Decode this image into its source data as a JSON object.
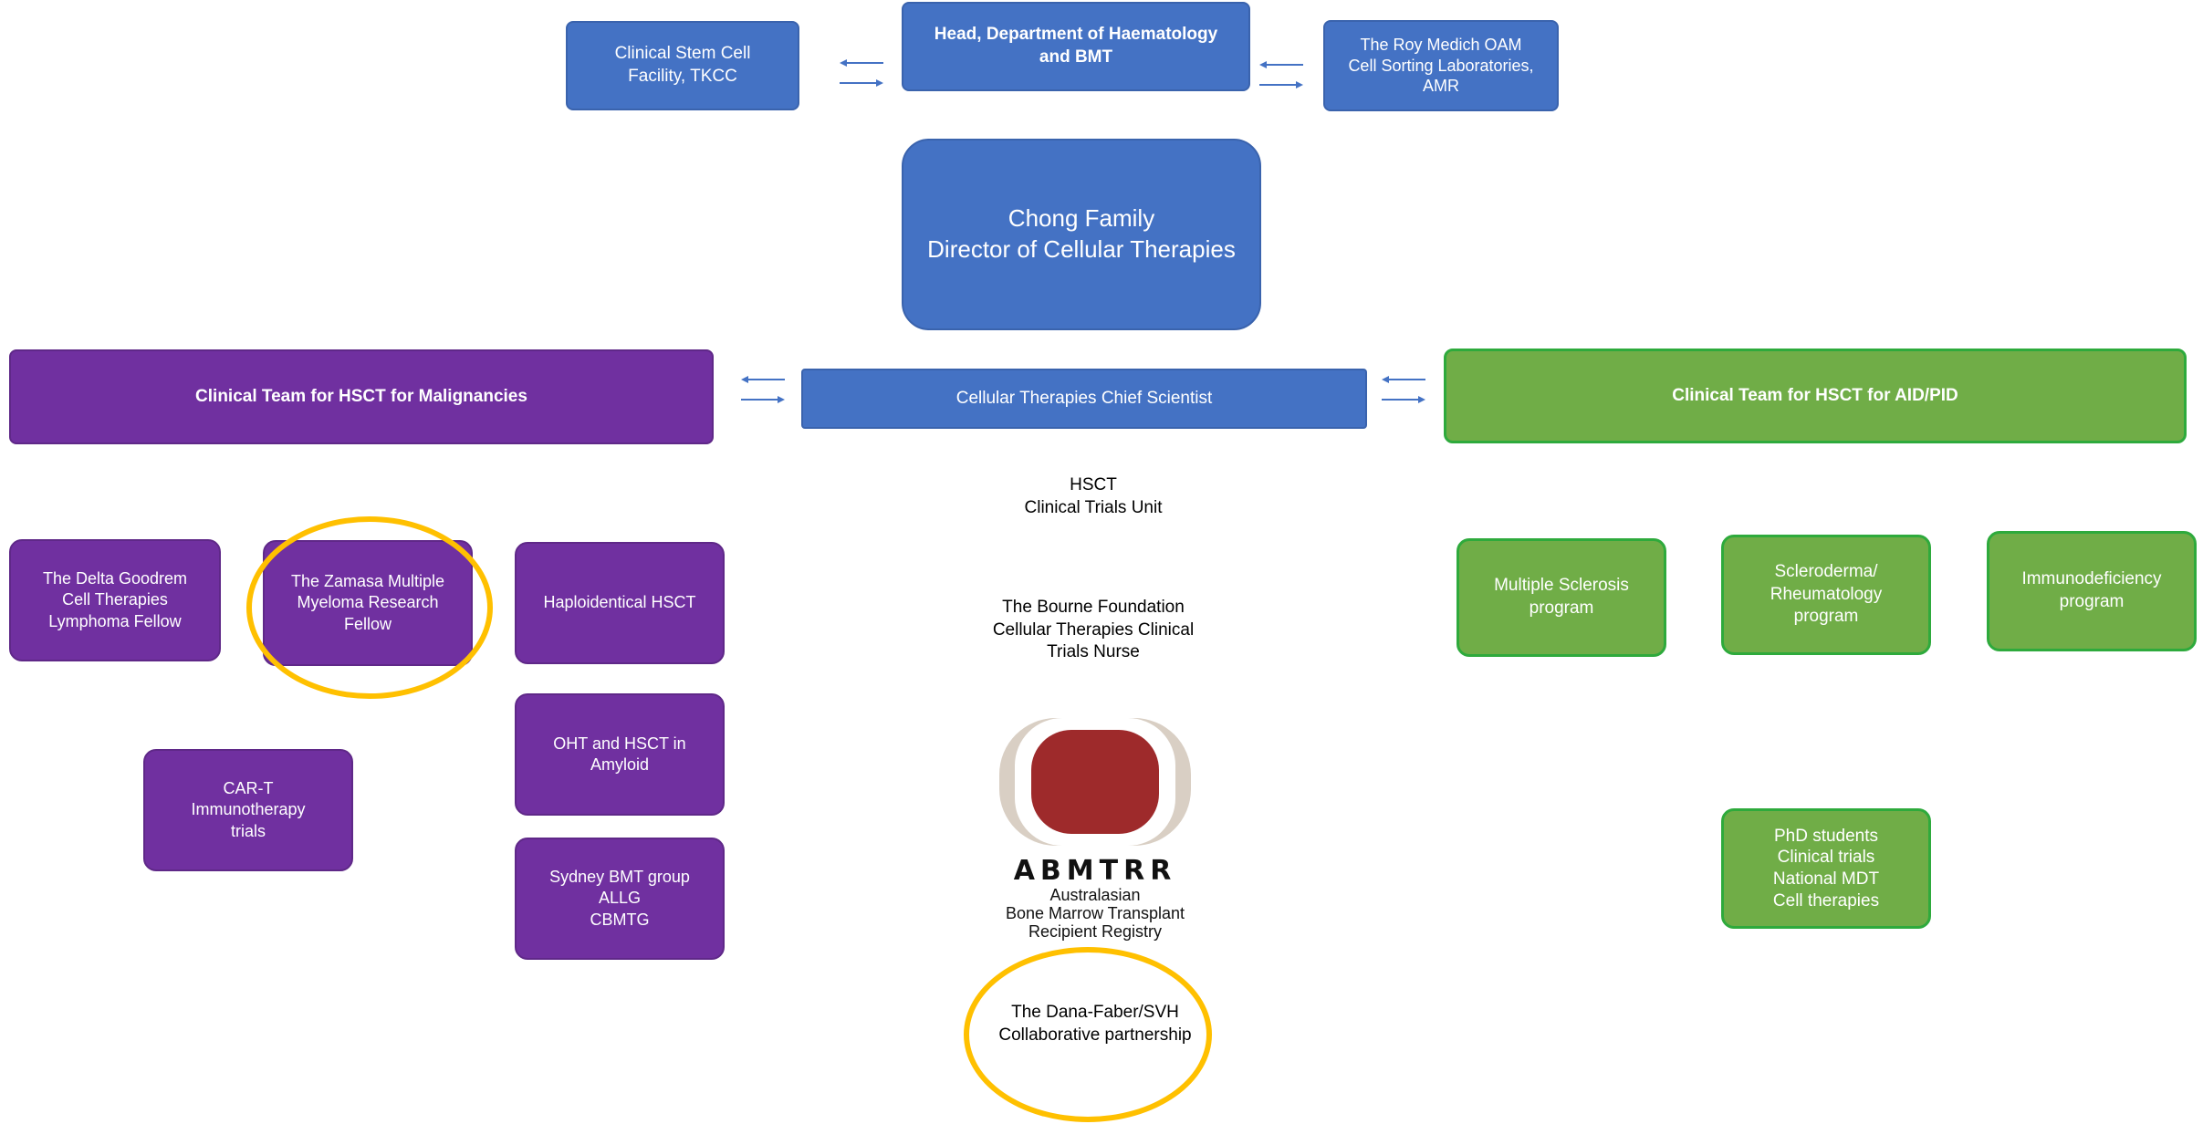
{
  "colors": {
    "blue": "#4472c4",
    "purple": "#7030a0",
    "green": "#70ad47",
    "green_border": "#2eaa3c",
    "highlight_ring": "#ffc000",
    "logo_red": "#9e2a2b",
    "logo_beige": "#d9cfc4"
  },
  "top": {
    "stem_cell": [
      "Clinical Stem Cell",
      "Facility, TKCC"
    ],
    "head": [
      "Head, Department of Haematology",
      "and BMT"
    ],
    "roy_medich": [
      "The Roy Medich OAM",
      "Cell Sorting Laboratories,",
      "AMR"
    ]
  },
  "director": [
    "Chong Family",
    "Director of Cellular Therapies"
  ],
  "teams": {
    "malignancies": "Clinical Team for HSCT for Malignancies",
    "chief_scientist": "Cellular Therapies Chief Scientist",
    "aid_pid": "Clinical Team for HSCT for AID/PID"
  },
  "malignancy_programs": {
    "delta_goodrem": [
      "The Delta Goodrem",
      "Cell Therapies",
      "Lymphoma Fellow"
    ],
    "zamasa": [
      "The Zamasa Multiple",
      "Myeloma Research",
      "Fellow"
    ],
    "haploidentical": [
      "Haploidentical HSCT"
    ],
    "oht_amyloid": [
      "OHT and HSCT in",
      "Amyloid"
    ],
    "car_t": [
      "CAR-T",
      "Immunotherapy",
      "trials"
    ],
    "sydney_bmt": [
      "Sydney BMT group",
      "ALLG",
      "CBMTG"
    ]
  },
  "center": {
    "trials_unit": [
      "HSCT",
      "Clinical Trials Unit"
    ],
    "bourne": [
      "The Bourne Foundation",
      "Cellular Therapies Clinical",
      "Trials Nurse"
    ],
    "abmtrr": {
      "acronym": "ABMTRR",
      "lines": [
        "Australasian",
        "Bone Marrow Transplant",
        "Recipient Registry"
      ]
    },
    "dana_farber": [
      "The Dana-Faber/SVH",
      "Collaborative partnership"
    ]
  },
  "aid_programs": {
    "ms": [
      "Multiple Sclerosis",
      "program"
    ],
    "scleroderma": [
      "Scleroderma/",
      "Rheumatology",
      "program"
    ],
    "immunodeficiency": [
      "Immunodeficiency",
      "program"
    ],
    "phd": [
      "PhD students",
      "Clinical trials",
      "National MDT",
      "Cell therapies"
    ]
  },
  "highlighted": [
    "zamasa",
    "dana_farber"
  ]
}
